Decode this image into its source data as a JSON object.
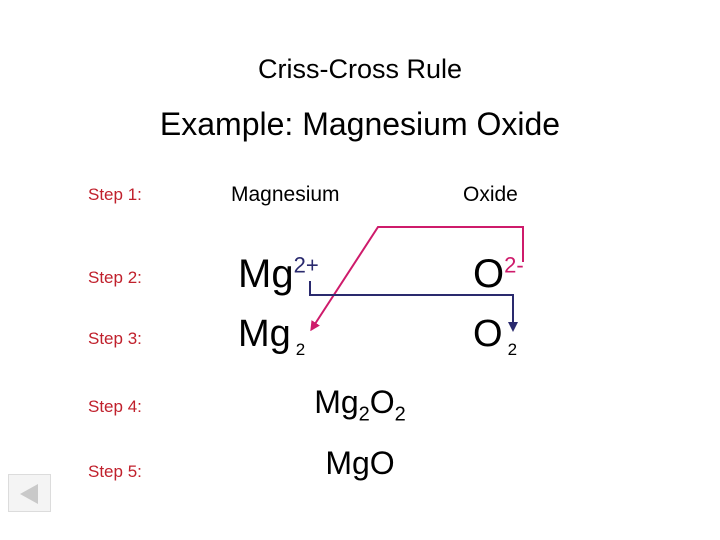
{
  "slide": {
    "title": "Criss-Cross Rule",
    "subtitle": "Example:  Magnesium Oxide",
    "background_color": "#FFFFFF"
  },
  "colors": {
    "step_label": "#C0202C",
    "cation_charge": "#2A2A6E",
    "anion_charge": "#CE1B6B",
    "text": "#000000"
  },
  "steps": [
    {
      "label": "Step 1:"
    },
    {
      "label": "Step 2:"
    },
    {
      "label": "Step 3:"
    },
    {
      "label": "Step 4:"
    },
    {
      "label": "Step 5:"
    }
  ],
  "step1": {
    "cation_name": "Magnesium",
    "anion_name": "Oxide"
  },
  "step2": {
    "cation_symbol": "Mg",
    "cation_charge": "2+",
    "anion_symbol": "O",
    "anion_charge": "2-"
  },
  "step3": {
    "cation_symbol": "Mg",
    "cation_subscript": "2",
    "anion_symbol": "O",
    "anion_subscript": "2"
  },
  "step4": {
    "formula_part1": "Mg",
    "formula_sub1": "2",
    "formula_part2": "O",
    "formula_sub2": "2"
  },
  "step5": {
    "formula": "MgO"
  },
  "arrows": {
    "cross_down": {
      "from": "cation-charge",
      "to": "anion-subscript",
      "color": "#2A2A6E"
    },
    "cross_up": {
      "from": "anion-charge",
      "to": "cation-subscript",
      "color": "#CE1B6B"
    }
  },
  "nav": {
    "back_button_icon": "triangle-left-icon"
  }
}
